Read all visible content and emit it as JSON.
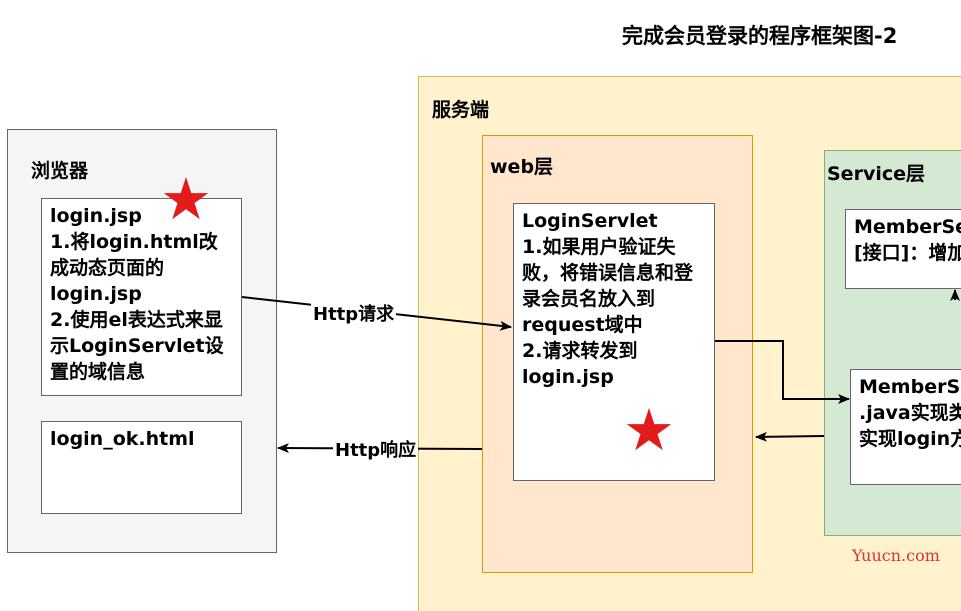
{
  "title": "完成会员登录的程序框架图-2",
  "server": {
    "label": "服务端"
  },
  "browser": {
    "label": "浏览器",
    "login_jsp": "login.jsp\n1.将login.html改成动态页面的login.jsp\n2.使用el表达式来显示LoginServlet设置的域信息",
    "login_ok": "login_ok.html"
  },
  "web": {
    "label": "web层",
    "login_servlet": "LoginServlet\n1.如果用户验证失败，将错误信息和登录会员名放入到request域中\n2.请求转发到login.jsp"
  },
  "service": {
    "label": "Service层",
    "interface_text": "MemberSe\n[接口]：增加",
    "impl_text": "MemberSe\n.java实现类\n实现login方"
  },
  "edges": {
    "request_label": "Http请求",
    "response_label": "Http响应"
  },
  "watermark": "Yuucn.com",
  "colors": {
    "server_fill": "#fff2cc",
    "web_fill": "#ffe6cc",
    "service_fill": "#d5e8d4",
    "browser_fill": "#f5f5f5",
    "star": "#e31b1b"
  },
  "icons": [
    "red-star-icon",
    "red-star-icon"
  ]
}
